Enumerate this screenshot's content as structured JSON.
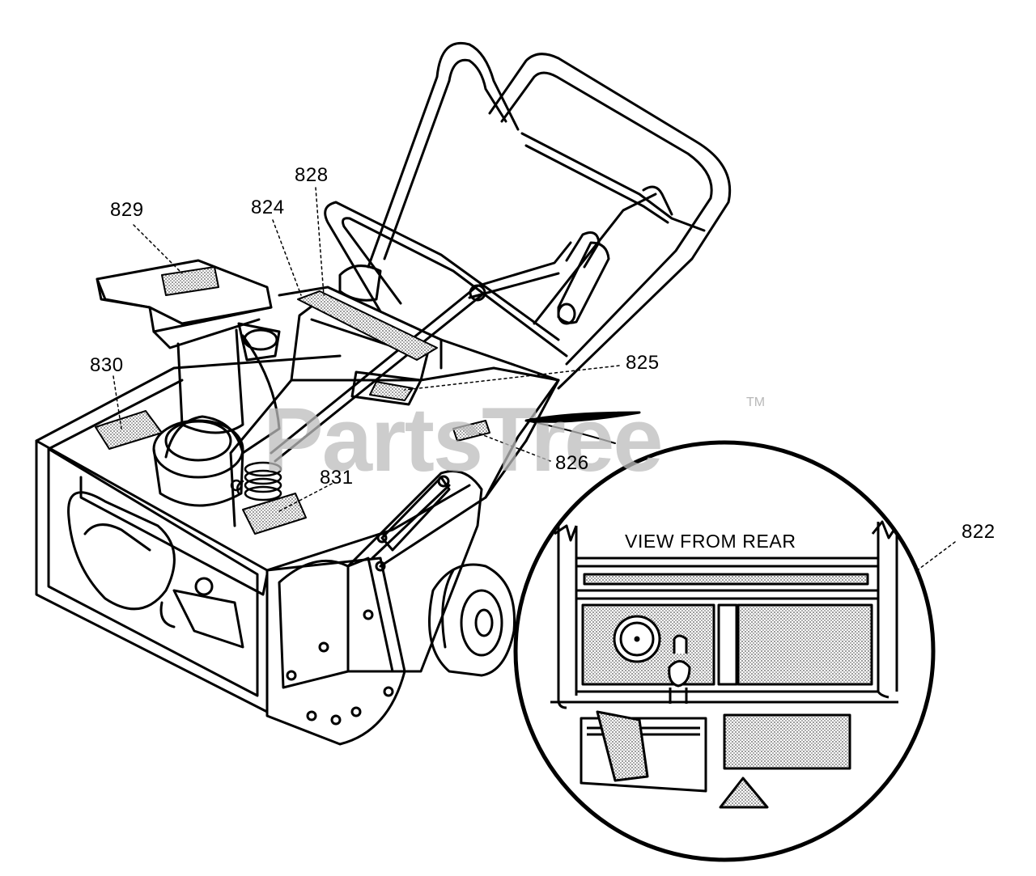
{
  "callouts": {
    "c828": "828",
    "c829": "829",
    "c824": "824",
    "c830": "830",
    "c825": "825",
    "c826": "826",
    "c831": "831",
    "c822": "822"
  },
  "inset": {
    "title": "VIEW FROM REAR"
  },
  "watermark": {
    "text": "PartsTree",
    "mark": "TM"
  }
}
